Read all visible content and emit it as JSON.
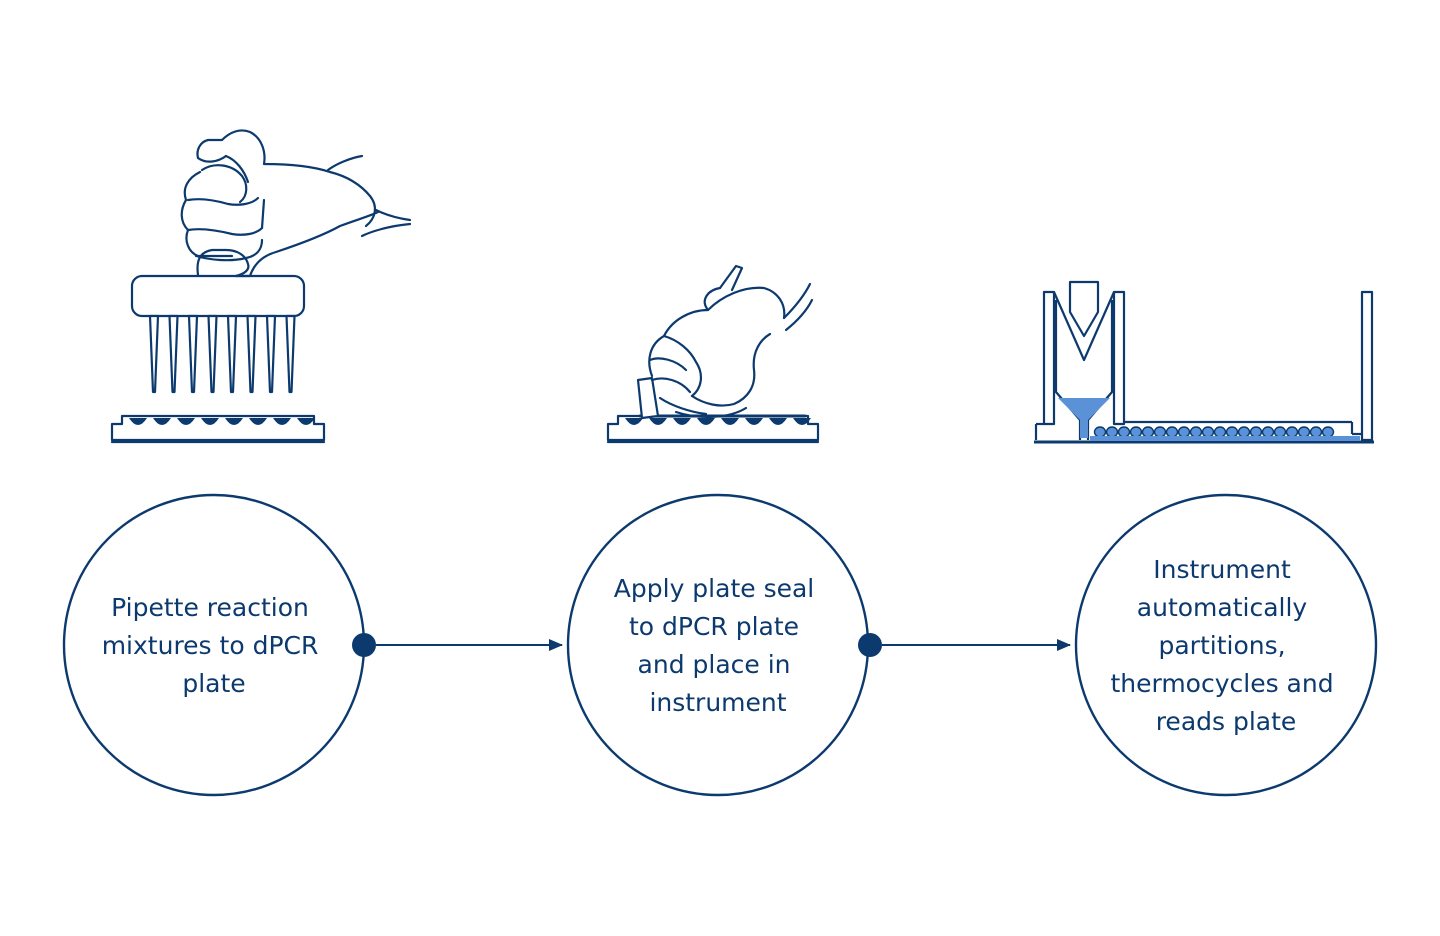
{
  "colors": {
    "ink": "#0c3a6e",
    "liquid": "#5b91d6",
    "background": "#ffffff"
  },
  "steps": [
    {
      "icon": "multichannel-pipette-hand-icon",
      "lines": [
        "Pipette reaction",
        "mixtures to dPCR",
        "plate"
      ]
    },
    {
      "icon": "hand-applying-seal-icon",
      "lines": [
        "Apply plate seal",
        "to dPCR plate",
        "and place in",
        "instrument"
      ]
    },
    {
      "icon": "partitioning-instrument-icon",
      "lines": [
        "Instrument",
        "automatically",
        "partitions,",
        "thermocycles and",
        "reads plate"
      ]
    }
  ]
}
